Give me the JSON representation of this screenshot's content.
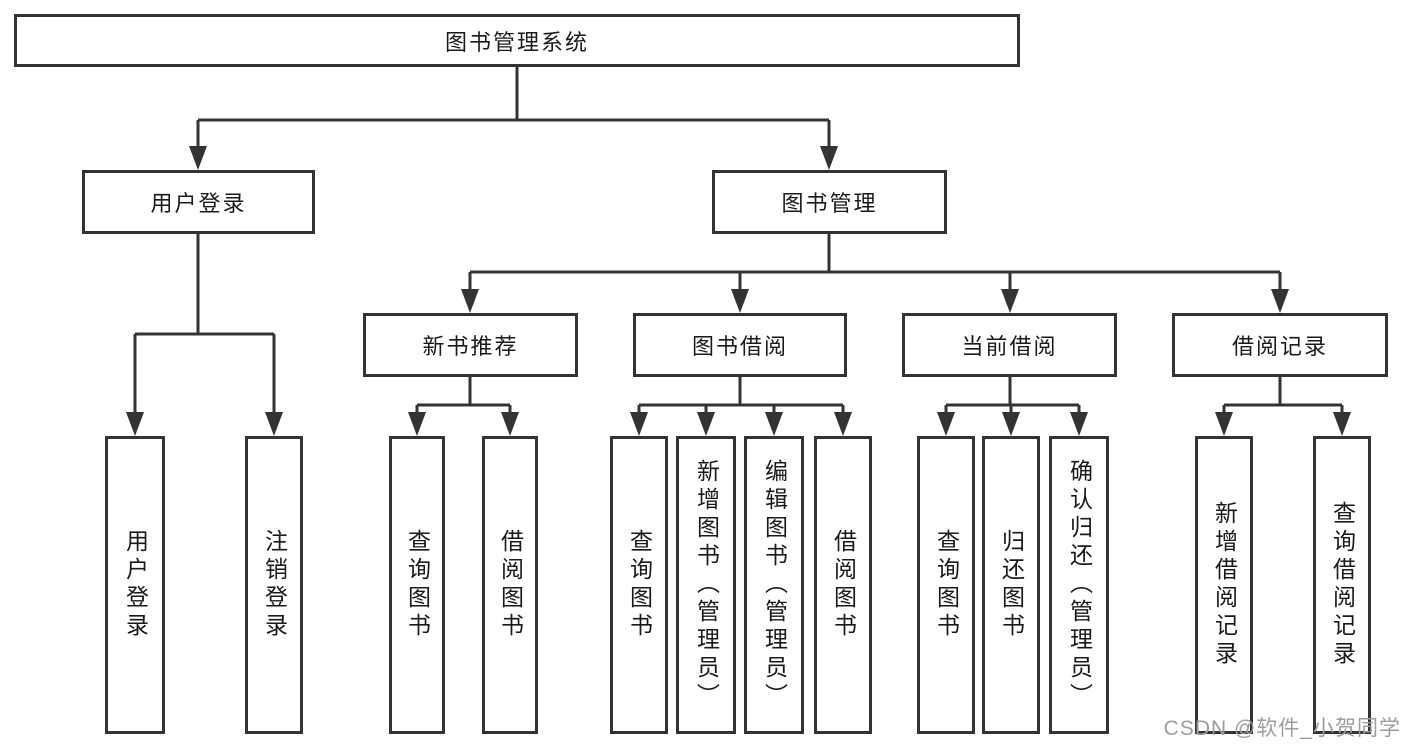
{
  "diagram": {
    "root": {
      "label": "图书管理系统"
    },
    "level2": [
      {
        "label": "用户登录"
      },
      {
        "label": "图书管理"
      }
    ],
    "level3": [
      {
        "label": "新书推荐"
      },
      {
        "label": "图书借阅"
      },
      {
        "label": "当前借阅"
      },
      {
        "label": "借阅记录"
      }
    ],
    "leaves": {
      "user_login": [
        {
          "label": "用户登录"
        },
        {
          "label": "注销登录"
        }
      ],
      "new_book_recommend": [
        {
          "label": "查询图书"
        },
        {
          "label": "借阅图书"
        }
      ],
      "book_borrow": [
        {
          "label": "查询图书"
        },
        {
          "label": "新增图书（管理员）"
        },
        {
          "label": "编辑图书（管理员）"
        },
        {
          "label": "借阅图书"
        }
      ],
      "current_borrow": [
        {
          "label": "查询图书"
        },
        {
          "label": "归还图书"
        },
        {
          "label": "确认归还（管理员）"
        }
      ],
      "borrow_records": [
        {
          "label": "新增借阅记录"
        },
        {
          "label": "查询借阅记录"
        }
      ]
    }
  },
  "watermark": {
    "text": "CSDN @软件_小贺同学"
  },
  "colors": {
    "line": "#333333",
    "box_border": "#333333",
    "text": "#1a1a1a",
    "background": "#ffffff",
    "watermark": "#9d9d9d"
  }
}
